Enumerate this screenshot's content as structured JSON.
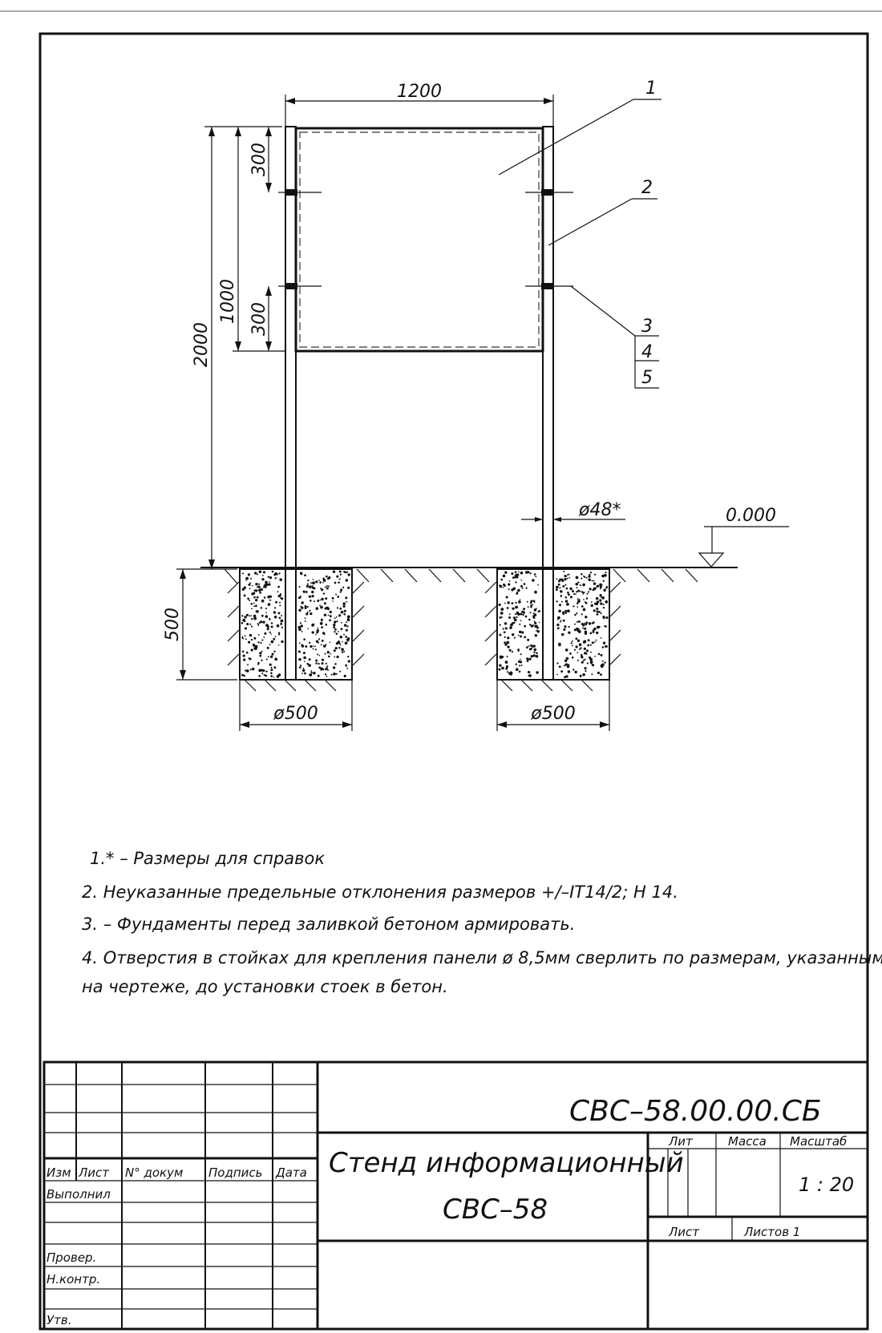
{
  "drawing": {
    "dimensions": {
      "width": "1200",
      "height_total": "2000",
      "panel_height": "1000",
      "offset_top": "300",
      "offset_bottom": "300",
      "foundation_depth": "500",
      "post_diameter": "ø48*",
      "foundation_diameter_left": "ø500",
      "foundation_diameter_right": "ø500"
    },
    "level_mark": "0.000",
    "callouts": [
      "1",
      "2",
      "3",
      "4",
      "5"
    ]
  },
  "notes": [
    "1.* – Размеры для справок",
    "2.  Неуказанные предельные отклонения размеров +/–IT14/2; H 14.",
    "3. – Фундаменты перед заливкой бетоном армировать.",
    "4. Отверстия в стойках для крепления панели ø 8,5мм сверлить по размерам, указанным",
    "на чертеже, до  установки стоек в бетон."
  ],
  "title_block": {
    "document_number": "СВС–58.00.00.СБ",
    "title_line1": "Стенд информационный",
    "title_line2": "СВС–58",
    "headers": {
      "izm": "Изм",
      "list": "Лист",
      "doc_no": "N° докум",
      "signature": "Подпись",
      "date": "Дата"
    },
    "roles": {
      "performed": "Выполнил",
      "checked": "Провер.",
      "norm_control": "Н.контр.",
      "approved": "Утв."
    },
    "lit_label": "Лит",
    "mass_label": "Масса",
    "scale_label": "Масштаб",
    "scale_value": "1 : 20",
    "sheet_label": "Лист",
    "sheets_label": "Листов 1"
  }
}
